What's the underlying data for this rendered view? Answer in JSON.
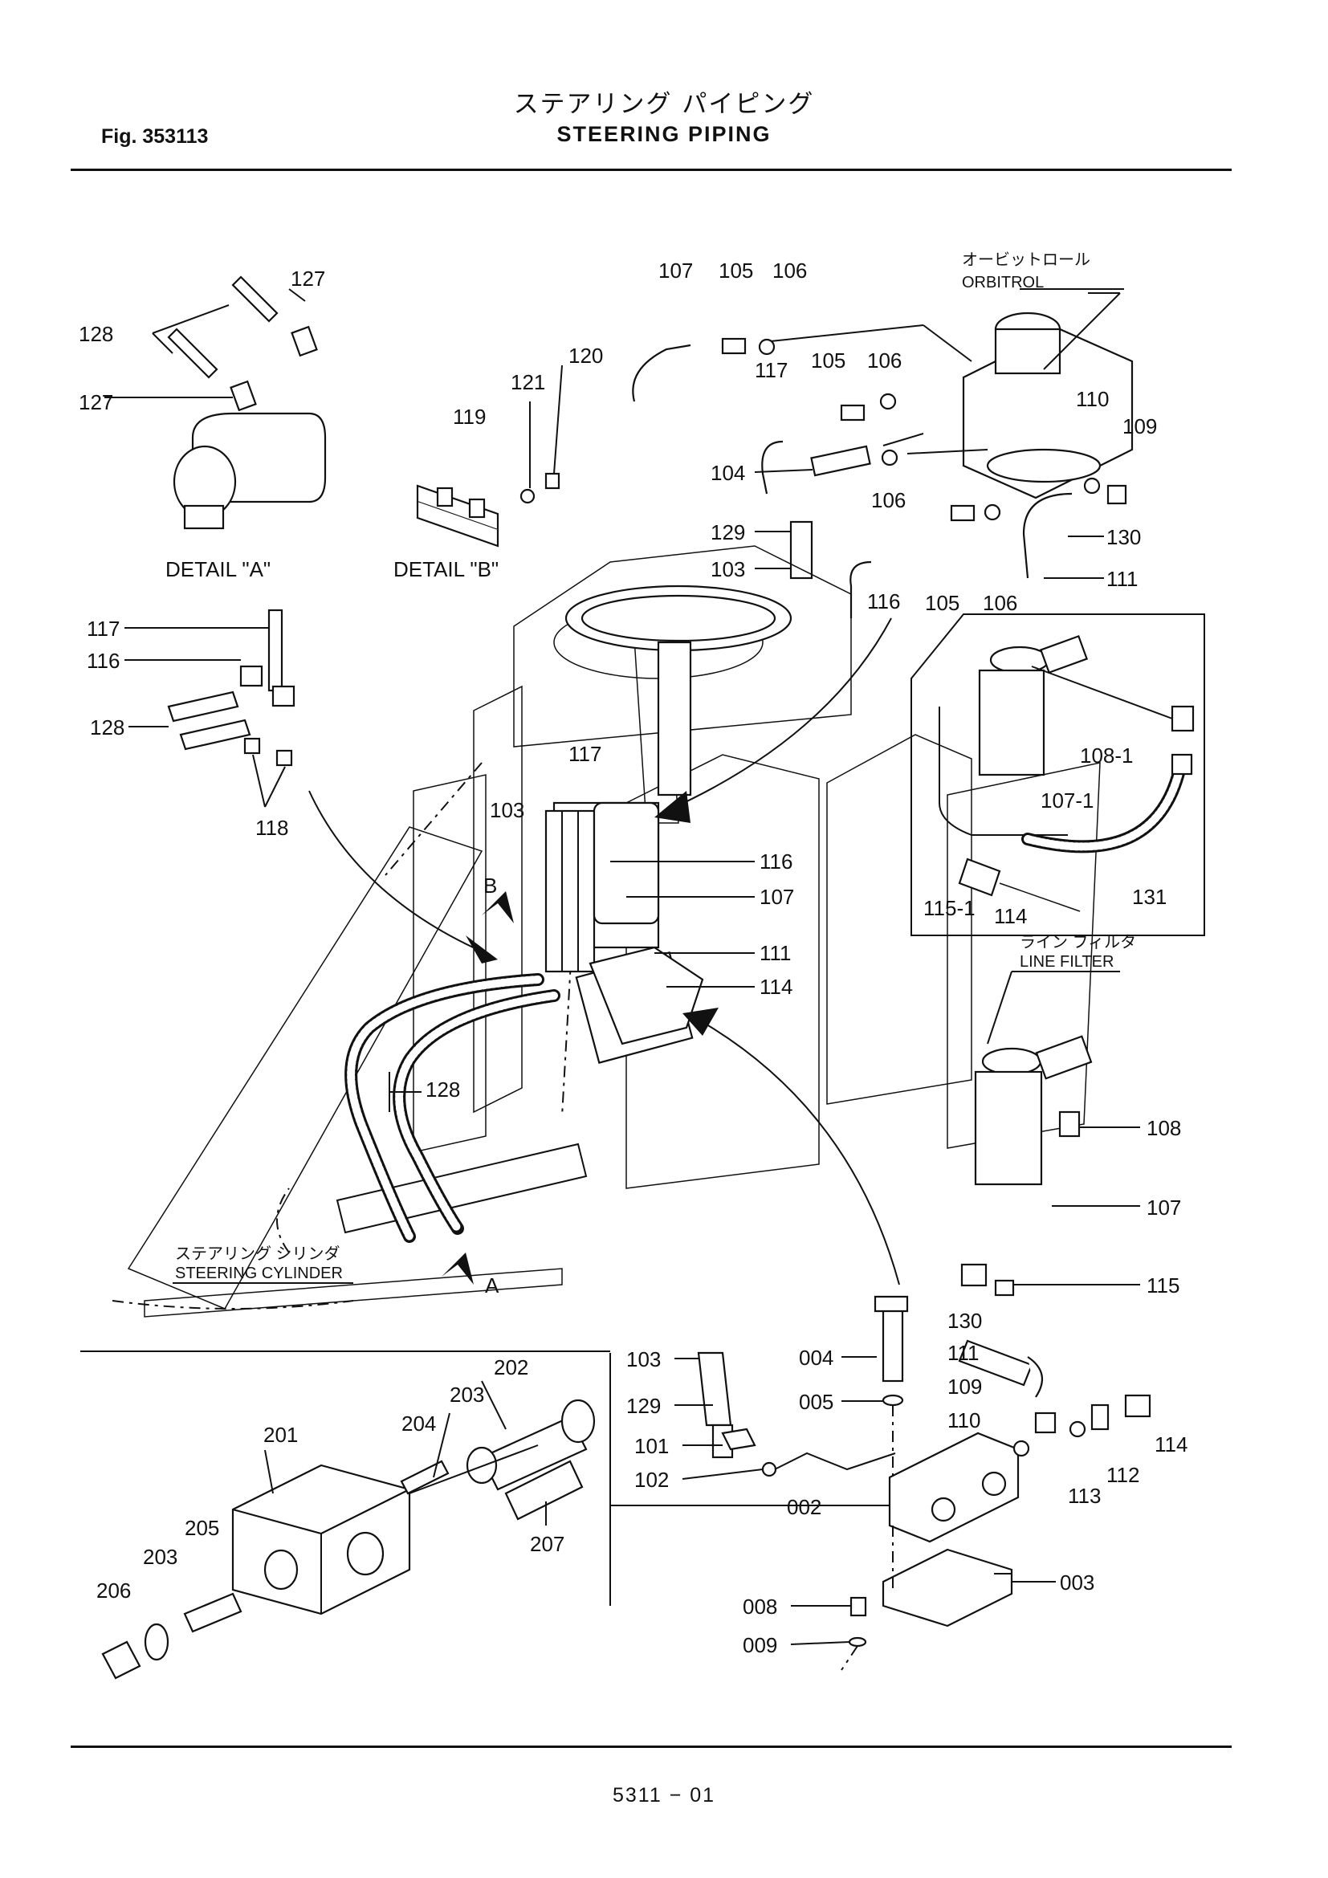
{
  "header": {
    "fig_label": "Fig. 353113",
    "title_jp": "ステアリング パイピング",
    "title_en": "STEERING PIPING"
  },
  "footer": {
    "page_number": "5311 − 01"
  },
  "notes": {
    "orbitrol_jp": "オービットロール",
    "orbitrol_en": "ORBITROL",
    "line_filter_jp": "ライン フィルタ",
    "line_filter_en": "LINE FILTER",
    "steering_cylinder_jp": "ステアリング シリンダ",
    "steering_cylinder_en": "STEERING CYLINDER",
    "detail_a": "DETAIL \"A\"",
    "detail_b": "DETAIL \"B\"",
    "view_a": "A",
    "view_b": "B"
  },
  "callouts": {
    "c127a": "127",
    "c128a": "128",
    "c127b": "127",
    "c120": "120",
    "c121": "121",
    "c119": "119",
    "c107a": "107",
    "c105a": "105",
    "c106a": "106",
    "c117a": "117",
    "c105b": "105",
    "c106b": "106",
    "c104": "104",
    "c106c": "106",
    "c129a": "129",
    "c103a": "103",
    "c116a": "116",
    "c105c": "105",
    "c106d": "106",
    "c110a": "110",
    "c109a": "109",
    "c130a": "130",
    "c111a": "111",
    "c117b": "117",
    "c116b": "116",
    "c128b": "128",
    "c118": "118",
    "c117c": "117",
    "c103b": "103",
    "c116c": "116",
    "c107b": "107",
    "c111b": "111",
    "c114a": "114",
    "c128c": "128",
    "c108-1": "108-1",
    "c107-1": "107-1",
    "c115-1": "115-1",
    "c114b": "114",
    "c131": "131",
    "c108": "108",
    "c107c": "107",
    "c115": "115",
    "c130b": "130",
    "c111c": "111",
    "c109b": "109",
    "c110b": "110",
    "c112": "112",
    "c113": "113",
    "c114c": "114",
    "c004": "004",
    "c005": "005",
    "c103c": "103",
    "c129b": "129",
    "c101": "101",
    "c102": "102",
    "c002": "002",
    "c003": "003",
    "c008": "008",
    "c009": "009",
    "c201": "201",
    "c202": "202",
    "c203a": "203",
    "c204": "204",
    "c205": "205",
    "c203b": "203",
    "c206": "206",
    "c207": "207"
  }
}
